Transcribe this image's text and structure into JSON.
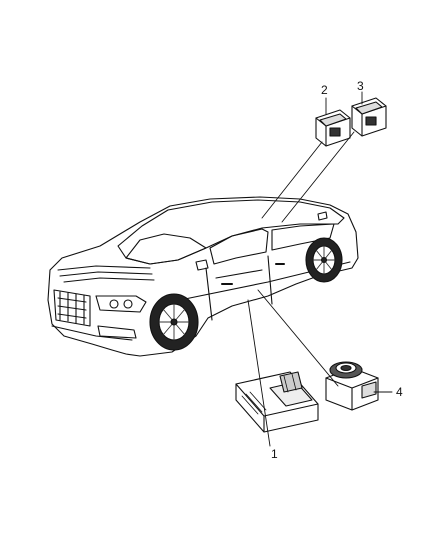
{
  "callouts": [
    {
      "id": "1",
      "label": "1"
    },
    {
      "id": "2",
      "label": "2"
    },
    {
      "id": "3",
      "label": "3"
    },
    {
      "id": "4",
      "label": "4"
    }
  ],
  "icons": [
    "car-illustration",
    "switch-part",
    "control-module-part",
    "actuator-part"
  ]
}
